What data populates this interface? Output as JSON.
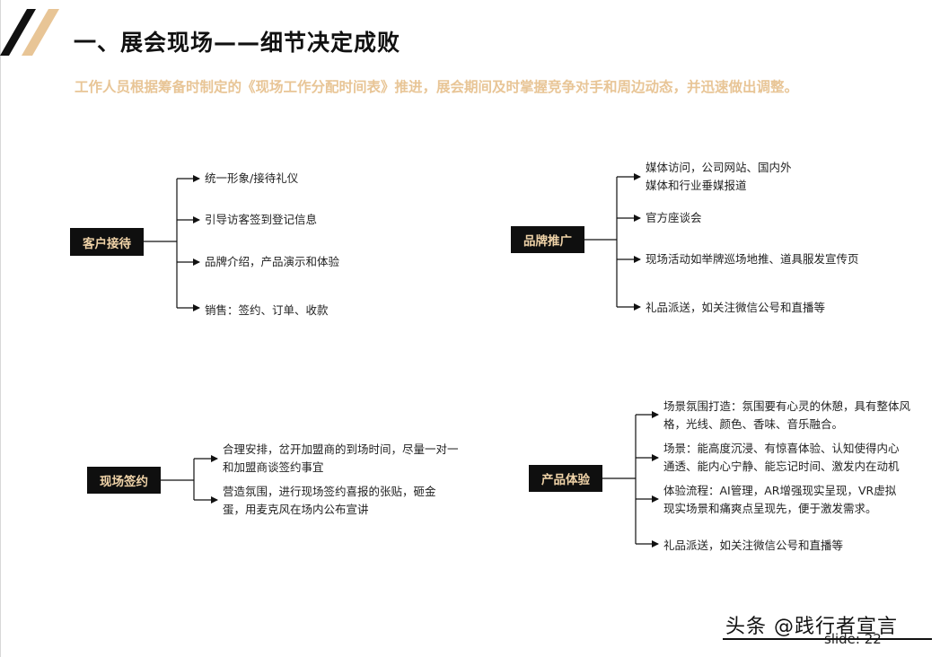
{
  "title": "一、展会现场——细节决定成败",
  "subtitle": "工作人员根据筹备时制定的《现场工作分配时间表》推进，展会期间及时掌握竞争对手和周边动态，并迅速做出调整。",
  "groups": [
    {
      "label": "客户接待",
      "items": [
        "统一形象/接待礼仪",
        "引导访客签到登记信息",
        "品牌介绍，产品演示和体验",
        "销售：签约、订单、收款"
      ]
    },
    {
      "label": "品牌推广",
      "items": [
        "媒体访问，公司网站、国内外\n媒体和行业垂媒报道",
        "官方座谈会",
        "现场活动如举牌巡场地推、道具服发宣传页",
        "礼品派送，如关注微信公号和直播等"
      ]
    },
    {
      "label": "现场签约",
      "items": [
        "合理安排，岔开加盟商的到场时间，尽量一对一\n和加盟商谈签约事宜",
        "营造氛围，进行现场签约喜报的张贴，砸金\n蛋，用麦克风在场内公布宣讲"
      ]
    },
    {
      "label": "产品体验",
      "items": [
        "场景氛围打造：氛围要有心灵的休憩，具有整体风\n格，光线、颜色、香味、音乐融合。",
        "场景：能高度沉浸、有惊喜体验、认知使得内心\n通透、能内心宁静、能忘记时间、激发内在动机",
        "体验流程：AI管理，AR增强现实呈现，VR虚拟\n现实场景和痛爽点呈现先，便于激发需求。",
        "礼品派送，如关注微信公号和直播等"
      ]
    }
  ],
  "footer": {
    "credit": "头条 @践行者宣言",
    "slide": "slide: 22"
  }
}
